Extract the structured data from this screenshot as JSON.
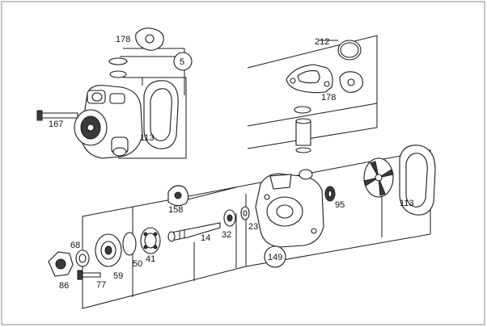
{
  "diagram": {
    "colors": {
      "line": "#1a1a1a",
      "fill": "#ffffff",
      "dark": "#3a3a3a",
      "frame": "#8a8a8a"
    },
    "labels": {
      "p178a": "178",
      "p5": "5",
      "p167": "167",
      "p113a": "113",
      "p212": "212",
      "p178b": "178",
      "p158": "158",
      "p95": "95",
      "p113b": "113",
      "p68": "68",
      "p14": "14",
      "p32": "32",
      "p23": "23",
      "p50": "50",
      "p41": "41",
      "p59": "59",
      "p86": "86",
      "p77": "77",
      "p149": "149"
    }
  }
}
